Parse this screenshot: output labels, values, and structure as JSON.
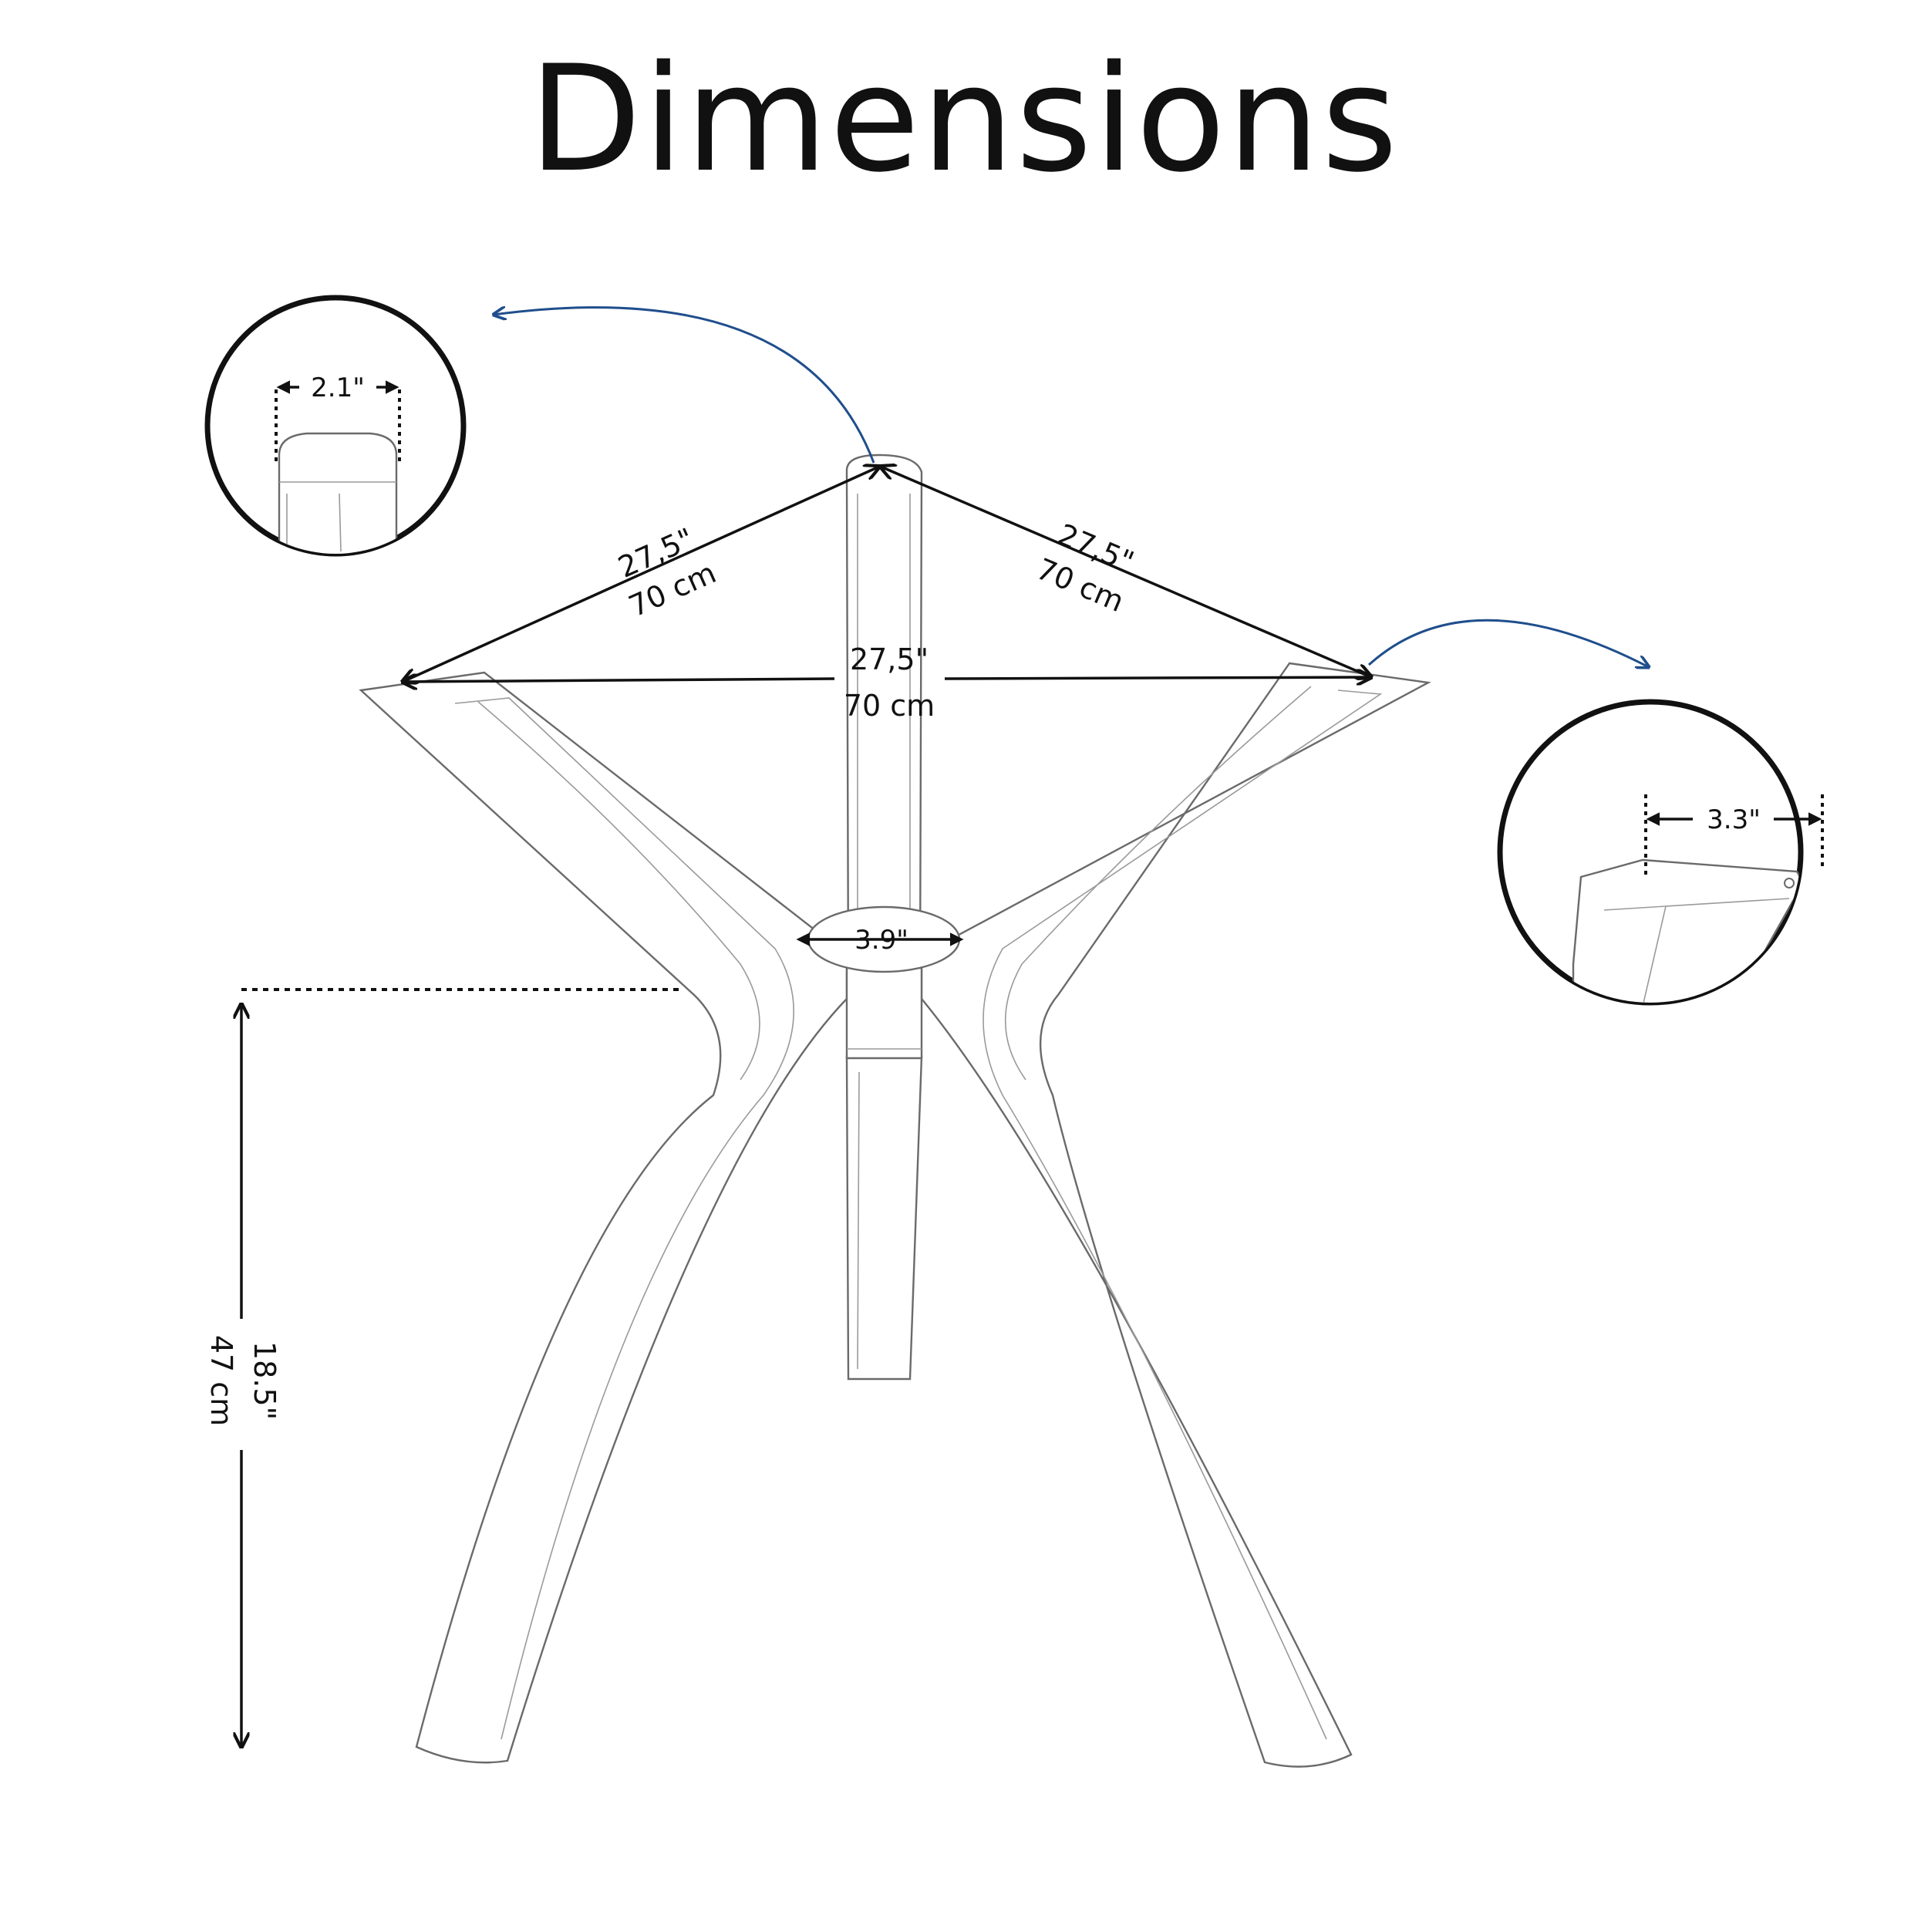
{
  "title": "Dimensions",
  "dimensions": {
    "left_side": {
      "inch": "27,5\"",
      "cm": "70 cm"
    },
    "right_side": {
      "inch": "27,5\"",
      "cm": "70 cm"
    },
    "front_side": {
      "inch": "27,5\"",
      "cm": "70 cm"
    },
    "hub_width": "3.9\"",
    "height": {
      "inch": "18.5\"",
      "cm": "47 cm"
    },
    "top_leg_end": "2.1\"",
    "side_leg_end": "3.3\""
  },
  "colors": {
    "lines": "#111111",
    "callout_arrows": "#1f4e8c",
    "sketch": "#6a6a6a"
  }
}
